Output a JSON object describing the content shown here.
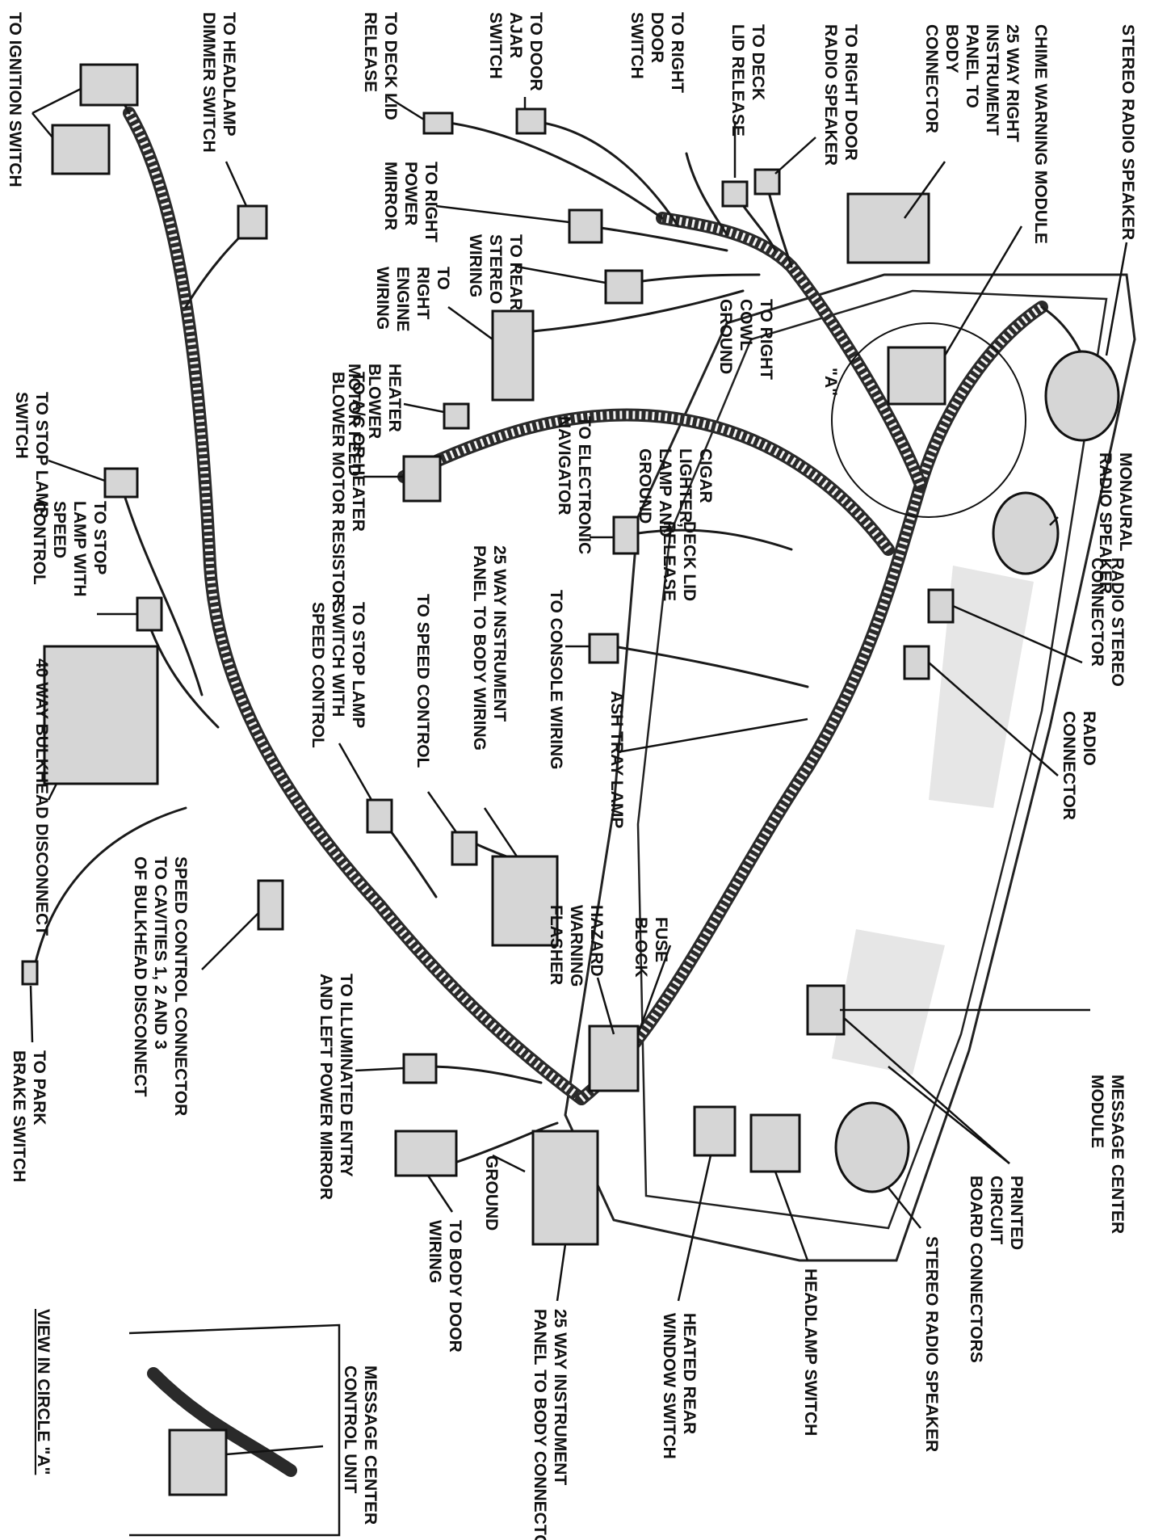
{
  "labels": {
    "stereo_radio_speaker_top": "STEREO RADIO SPEAKER",
    "chime_warning_module": "CHIME WARNING MODULE",
    "way25_right_panel_body": [
      "25 WAY RIGHT",
      "INSTRUMENT",
      "PANEL TO",
      "BODY",
      "CONNECTOR"
    ],
    "right_door_radio_speaker": [
      "TO RIGHT DOOR",
      "RADIO SPEAKER"
    ],
    "deck_lid_release_top": [
      "TO DECK",
      "LID RELEASE"
    ],
    "right_door_switch": [
      "TO RIGHT",
      "DOOR",
      "SWITCH"
    ],
    "door_ajar_switch": [
      "TO DOOR",
      "AJAR",
      "SWITCH"
    ],
    "deck_lid_release_left": [
      "TO DECK LID",
      "RELEASE"
    ],
    "headlamp_dimmer_switch": [
      "TO HEADLAMP",
      "DIMMER SWITCH"
    ],
    "ignition_switch": "TO IGNITION SWITCH",
    "right_power_mirror": [
      "TO RIGHT",
      "POWER",
      "MIRROR"
    ],
    "rear_stereo_wiring": [
      "TO REAR",
      "STEREO",
      "WIRING"
    ],
    "right_engine_wiring": [
      "TO",
      "RIGHT",
      "ENGINE",
      "WIRING"
    ],
    "right_cowl_ground": [
      "TO RIGHT",
      "COWL",
      "GROUND"
    ],
    "circle_a_marker": "\"A\"",
    "heater_blower_motor_feed": [
      "HEATER",
      "BLOWER",
      "MOTOR FEED"
    ],
    "ac_heater_blower_resistor": [
      "TO A/C OR HEATER",
      "BLOWER MOTOR RESISTOR"
    ],
    "stop_lamp_switch": [
      "TO STOP LAMP",
      "SWITCH"
    ],
    "stop_lamp_speed_control_left": [
      "TO STOP",
      "LAMP WITH",
      "SPEED",
      "CONTROL"
    ],
    "bulkhead_40way": "40 WAY BULKHEAD DISCONNECT",
    "monaural_radio_speaker": [
      "MONAURAL",
      "RADIO SPEAKER"
    ],
    "cigar_lighter_ground": [
      "CIGAR",
      "LIGHTER,",
      "LAMP AND",
      "GROUND"
    ],
    "electronic_navigator": [
      "TO ELECTRONIC",
      "NAVIGATOR"
    ],
    "deck_lid_release_mid": [
      "DECK LID",
      "RELEASE"
    ],
    "radio_stereo_connector": [
      "RADIO STEREO",
      "CONNECTOR"
    ],
    "console_wiring": "TO CONSOLE WIRING",
    "way25_instrument_body_wiring": [
      "25 WAY INSTRUMENT",
      "PANEL TO BODY WIRING"
    ],
    "speed_control": "TO SPEED CONTROL",
    "stop_lamp_switch_speed_control": [
      "TO STOP LAMP",
      "SWITCH WITH",
      "SPEED CONTROL"
    ],
    "ash_tray_lamp": "ASH TRAY LAMP",
    "radio_connector": [
      "RADIO",
      "CONNECTOR"
    ],
    "speed_control_connector": [
      "SPEED CONTROL CONNECTOR",
      "TO CAVITIES 1, 2 AND 3",
      "OF BULKHEAD DISCONNECT"
    ],
    "illuminated_entry_mirror": [
      "TO ILLUMINATED ENTRY",
      "AND LEFT POWER MIRROR"
    ],
    "park_brake_switch": [
      "TO PARK",
      "BRAKE SWITCH"
    ],
    "hazard_warning_flasher": [
      "HAZARD",
      "WARNING",
      "FLASHER"
    ],
    "fuse_block": [
      "FUSE",
      "BLOCK"
    ],
    "message_center_module": [
      "MESSAGE CENTER",
      "MODULE"
    ],
    "printed_circuit_board_connectors": [
      "PRINTED",
      "CIRCUIT",
      "BOARD CONNECTORS"
    ],
    "stereo_radio_speaker_bottom": "STEREO RADIO SPEAKER",
    "headlamp_switch": "HEADLAMP SWITCH",
    "heated_rear_window_switch": [
      "HEATED REAR",
      "WINDOW SWITCH"
    ],
    "way25_instrument_body_connector": [
      "25 WAY INSTRUMENT",
      "PANEL TO BODY CONNECTOR"
    ],
    "ground": "GROUND",
    "body_door_wiring": [
      "TO BODY DOOR",
      "WIRING"
    ],
    "message_center_control_unit": [
      "MESSAGE CENTER",
      "CONTROL UNIT"
    ],
    "view_in_circle_a": "VIEW IN CIRCLE \"A\""
  }
}
